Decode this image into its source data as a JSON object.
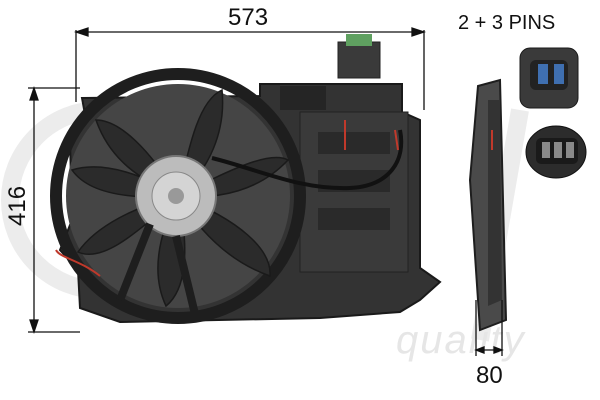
{
  "dimensions": {
    "width": "573",
    "height": "416",
    "depth": "80"
  },
  "connector": {
    "label": "2 + 3 PINS"
  },
  "watermark": {
    "logo": "ERA",
    "word": "quality"
  },
  "colors": {
    "fan_body": "#2f2f2f",
    "fan_dark": "#1a1a1a",
    "hub": "#b8b8b8",
    "wire_red": "#c0392b",
    "watermark": "#e6e6e6"
  }
}
